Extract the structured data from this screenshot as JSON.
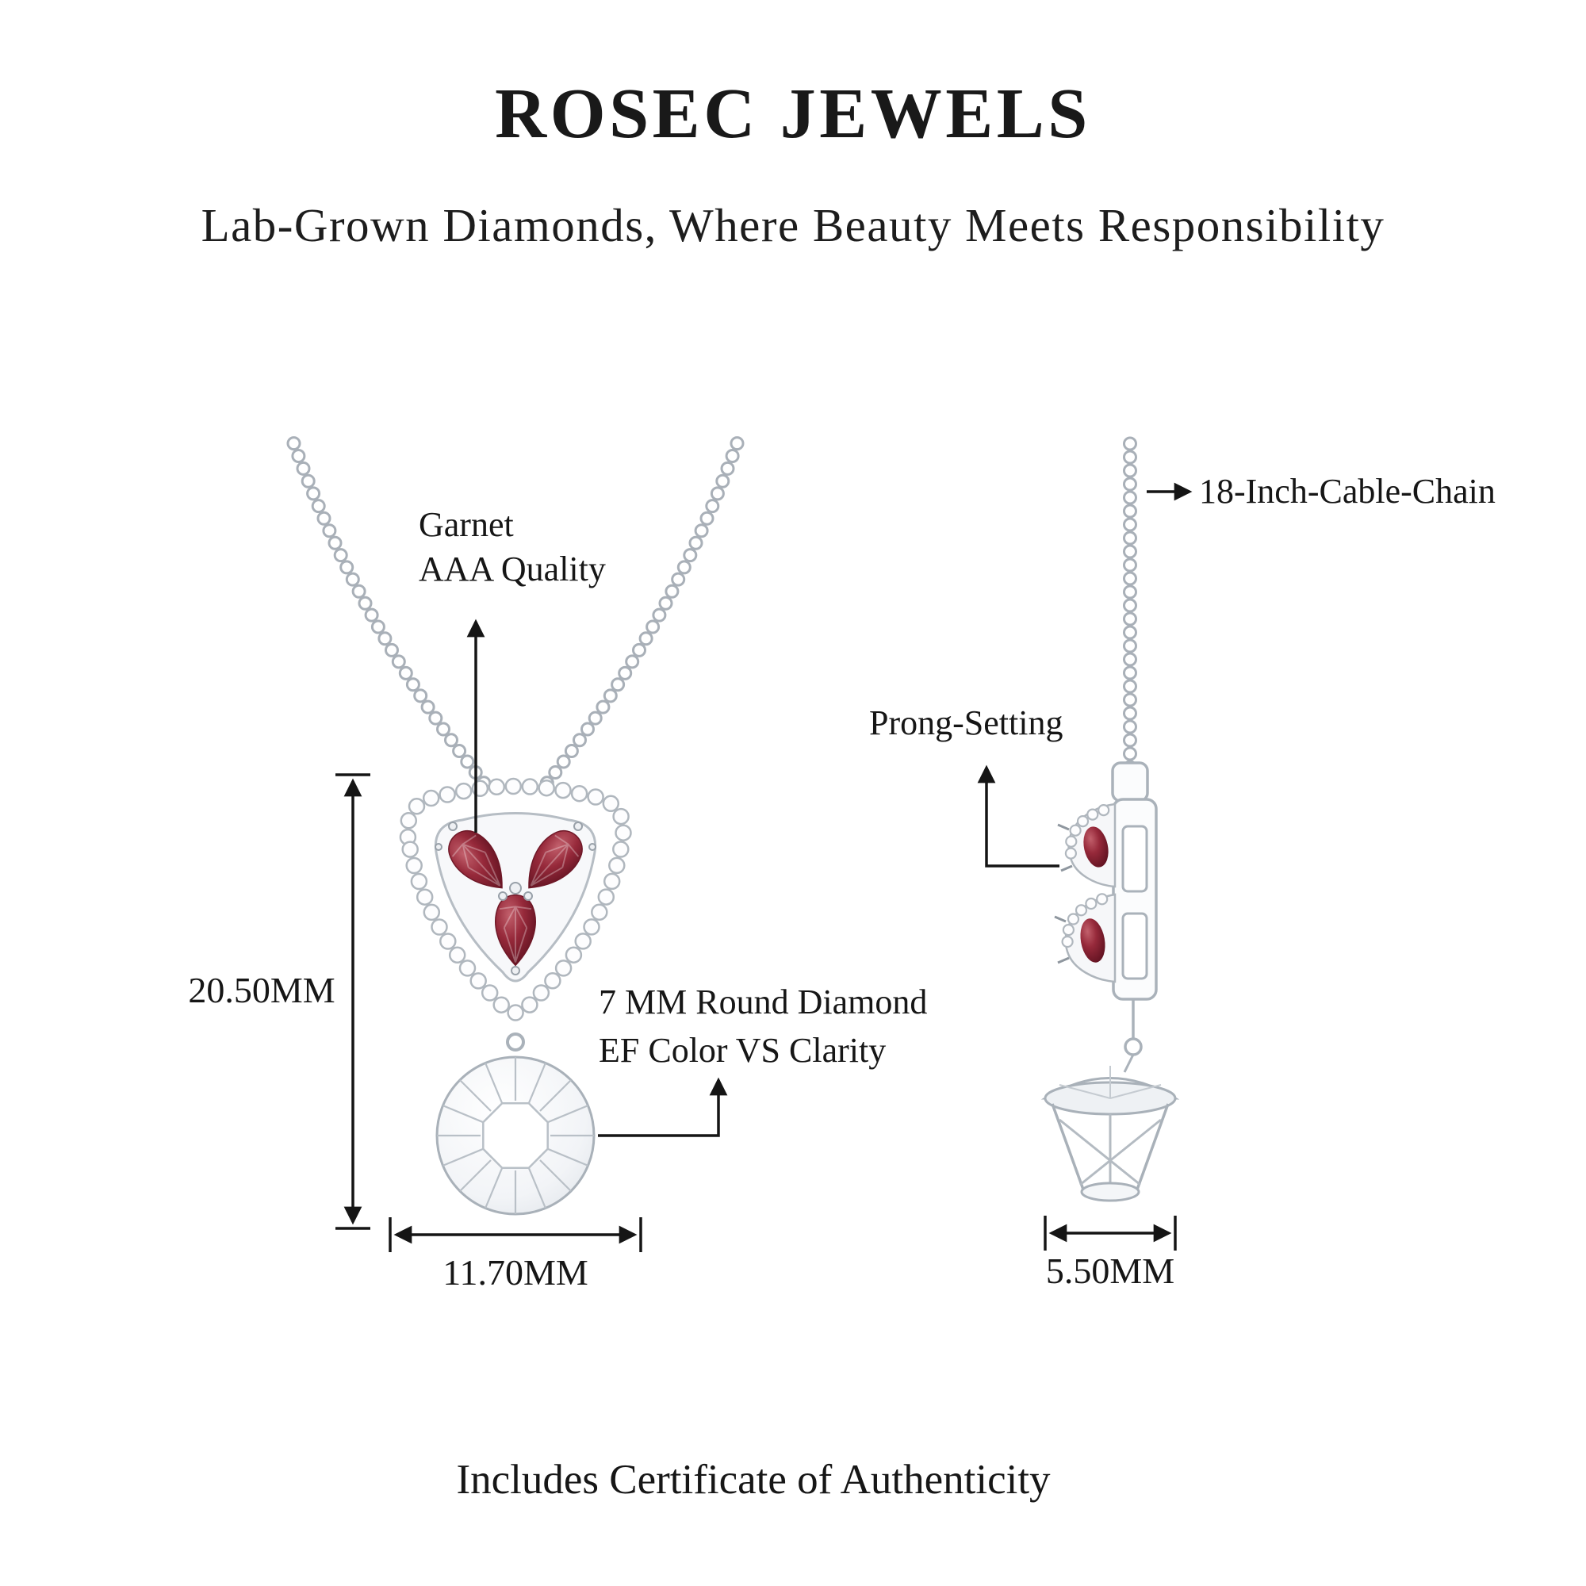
{
  "brand": {
    "title": "ROSEC JEWELS",
    "tagline": "Lab-Grown Diamonds, Where Beauty Meets Responsibility"
  },
  "callouts": {
    "garnet_line1": "Garnet",
    "garnet_line2": "AAA Quality",
    "chain": "18-Inch-Cable-Chain",
    "prong": "Prong-Setting",
    "diamond_line1": "7 MM Round Diamond",
    "diamond_line2": "EF Color VS Clarity"
  },
  "dimensions": {
    "height": "20.50MM",
    "width": "11.70MM",
    "side_width": "5.50MM"
  },
  "footer": "Includes Certificate of Authenticity",
  "colors": {
    "garnet": "#8d2334",
    "metal": "#aab2ba",
    "ink": "#151515"
  }
}
